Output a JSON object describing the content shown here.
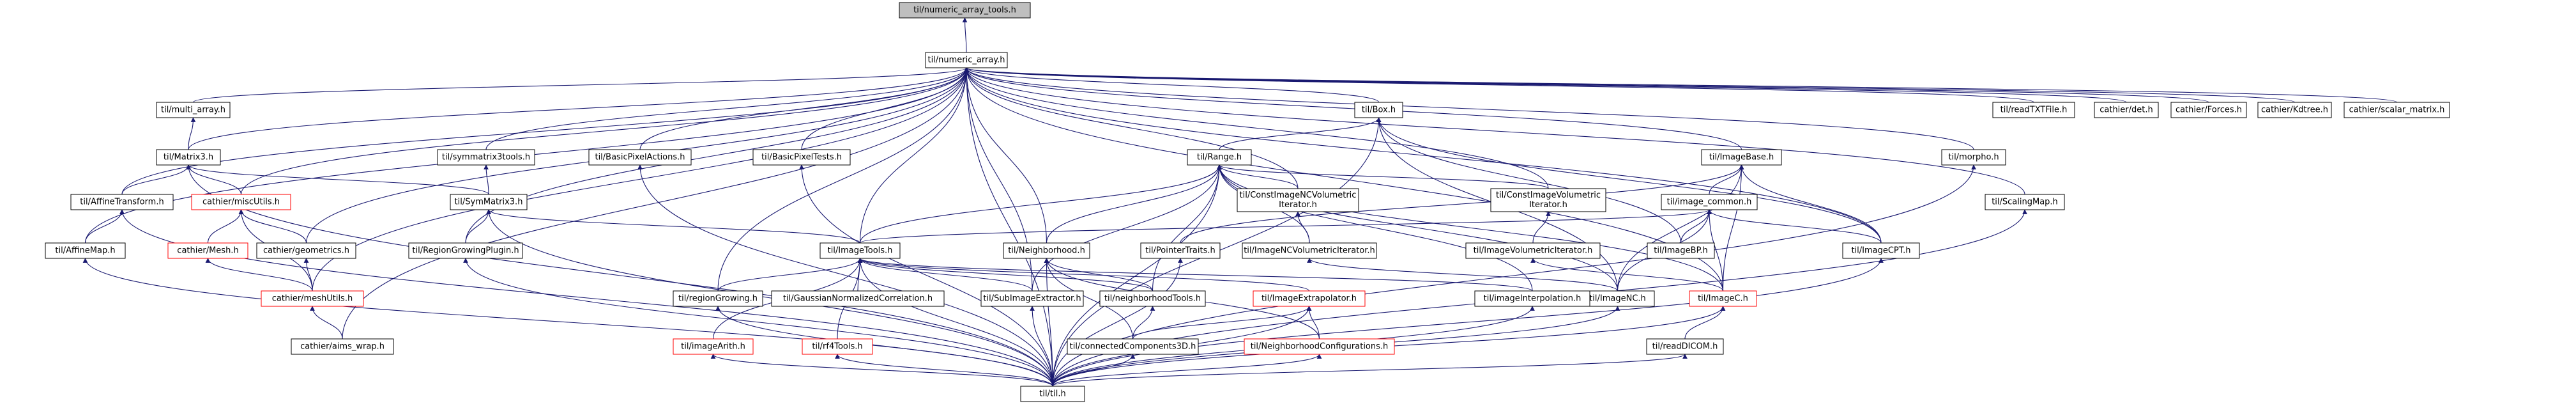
{
  "diagram": {
    "nodes": [
      {
        "id": "root",
        "label": "til/numeric_array_tools.h",
        "style": "root"
      },
      {
        "id": "numeric_array",
        "label": "til/numeric_array.h"
      },
      {
        "id": "multi_array",
        "label": "til/multi_array.h"
      },
      {
        "id": "Matrix3",
        "label": "til/Matrix3.h"
      },
      {
        "id": "AffineTransform",
        "label": "til/AffineTransform.h"
      },
      {
        "id": "AffineMap",
        "label": "til/AffineMap.h"
      },
      {
        "id": "miscUtils",
        "label": "cathier/miscUtils.h",
        "style": "red"
      },
      {
        "id": "Mesh",
        "label": "cathier/Mesh.h",
        "style": "red"
      },
      {
        "id": "geometrics",
        "label": "cathier/geometrics.h"
      },
      {
        "id": "meshUtils",
        "label": "cathier/meshUtils.h",
        "style": "red"
      },
      {
        "id": "aims_wrap",
        "label": "cathier/aims_wrap.h"
      },
      {
        "id": "symmatrix3tools",
        "label": "til/symmatrix3tools.h"
      },
      {
        "id": "SymMatrix3",
        "label": "til/SymMatrix3.h"
      },
      {
        "id": "RegionGrowingPlugin",
        "label": "til/RegionGrowingPlugin.h"
      },
      {
        "id": "BasicPixelActions",
        "label": "til/BasicPixelActions.h"
      },
      {
        "id": "BasicPixelTests",
        "label": "til/BasicPixelTests.h"
      },
      {
        "id": "Box",
        "label": "til/Box.h"
      },
      {
        "id": "Range",
        "label": "til/Range.h"
      },
      {
        "id": "ImageTools",
        "label": "til/ImageTools.h"
      },
      {
        "id": "Neighborhood",
        "label": "til/Neighborhood.h"
      },
      {
        "id": "ConstImageNCVolumetricIterator",
        "label": "til/ConstImageNCVolumetric\nIterator.h"
      },
      {
        "id": "ImageNCVolumetricIterator",
        "label": "til/ImageNCVolumetricIterator.h"
      },
      {
        "id": "PointerTraits",
        "label": "til/PointerTraits.h"
      },
      {
        "id": "ConstImageVolumetricIterator",
        "label": "til/ConstImageVolumetric\nIterator.h"
      },
      {
        "id": "ImageVolumetricIterator",
        "label": "til/ImageVolumetricIterator.h"
      },
      {
        "id": "ImageBase",
        "label": "til/ImageBase.h"
      },
      {
        "id": "image_common",
        "label": "til/image_common.h"
      },
      {
        "id": "ImageBP",
        "label": "til/ImageBP.h"
      },
      {
        "id": "ImageCPT",
        "label": "til/ImageCPT.h"
      },
      {
        "id": "ImageNC",
        "label": "til/ImageNC.h"
      },
      {
        "id": "ImageC",
        "label": "til/ImageC.h",
        "style": "red"
      },
      {
        "id": "readDICOM",
        "label": "til/readDICOM.h"
      },
      {
        "id": "morpho",
        "label": "til/morpho.h"
      },
      {
        "id": "ScalingMap",
        "label": "til/ScalingMap.h"
      },
      {
        "id": "readTXTFile",
        "label": "til/readTXTFile.h"
      },
      {
        "id": "det",
        "label": "cathier/det.h"
      },
      {
        "id": "Forces",
        "label": "cathier/Forces.h"
      },
      {
        "id": "Kdtree",
        "label": "cathier/Kdtree.h"
      },
      {
        "id": "scalar_matrix",
        "label": "cathier/scalar_matrix.h"
      },
      {
        "id": "regionGrowing",
        "label": "til/regionGrowing.h"
      },
      {
        "id": "GaussianNormalizedCorrelation",
        "label": "til/GaussianNormalizedCorrelation.h"
      },
      {
        "id": "SubImageExtractor",
        "label": "til/SubImageExtractor.h"
      },
      {
        "id": "neighborhoodTools",
        "label": "til/neighborhoodTools.h"
      },
      {
        "id": "ImageExtrapolator",
        "label": "til/ImageExtrapolator.h",
        "style": "red"
      },
      {
        "id": "imageInterpolation",
        "label": "til/imageInterpolation.h"
      },
      {
        "id": "connectedComponents3D",
        "label": "til/connectedComponents3D.h"
      },
      {
        "id": "NeighborhoodConfigurations",
        "label": "til/NeighborhoodConfigurations.h",
        "style": "red"
      },
      {
        "id": "imageArith",
        "label": "til/imageArith.h",
        "style": "red"
      },
      {
        "id": "rf4Tools",
        "label": "til/rf4Tools.h",
        "style": "red"
      },
      {
        "id": "til",
        "label": "til/til.h"
      }
    ],
    "edges": [
      [
        "numeric_array",
        "root"
      ],
      [
        "multi_array",
        "numeric_array"
      ],
      [
        "Matrix3",
        "numeric_array"
      ],
      [
        "AffineTransform",
        "numeric_array"
      ],
      [
        "AffineMap",
        "numeric_array"
      ],
      [
        "miscUtils",
        "numeric_array"
      ],
      [
        "geometrics",
        "numeric_array"
      ],
      [
        "meshUtils",
        "numeric_array"
      ],
      [
        "aims_wrap",
        "numeric_array"
      ],
      [
        "symmatrix3tools",
        "numeric_array"
      ],
      [
        "RegionGrowingPlugin",
        "numeric_array"
      ],
      [
        "BasicPixelActions",
        "numeric_array"
      ],
      [
        "BasicPixelTests",
        "numeric_array"
      ],
      [
        "ImageTools",
        "numeric_array"
      ],
      [
        "Neighborhood",
        "numeric_array"
      ],
      [
        "regionGrowing",
        "numeric_array"
      ],
      [
        "SubImageExtractor",
        "numeric_array"
      ],
      [
        "Box",
        "numeric_array"
      ],
      [
        "ConstImageNCVolumetricIterator",
        "numeric_array"
      ],
      [
        "ConstImageVolumetricIterator",
        "numeric_array"
      ],
      [
        "ImageBase",
        "numeric_array"
      ],
      [
        "ImageCPT",
        "numeric_array"
      ],
      [
        "ImageC",
        "numeric_array"
      ],
      [
        "morpho",
        "numeric_array"
      ],
      [
        "ScalingMap",
        "numeric_array"
      ],
      [
        "readTXTFile",
        "numeric_array"
      ],
      [
        "det",
        "numeric_array"
      ],
      [
        "Forces",
        "numeric_array"
      ],
      [
        "Kdtree",
        "numeric_array"
      ],
      [
        "scalar_matrix",
        "numeric_array"
      ],
      [
        "til",
        "numeric_array"
      ],
      [
        "Matrix3",
        "multi_array"
      ],
      [
        "AffineTransform",
        "Matrix3"
      ],
      [
        "miscUtils",
        "Matrix3"
      ],
      [
        "SymMatrix3",
        "Matrix3"
      ],
      [
        "til",
        "Matrix3"
      ],
      [
        "AffineMap",
        "AffineTransform"
      ],
      [
        "til",
        "AffineTransform"
      ],
      [
        "til",
        "AffineMap"
      ],
      [
        "Mesh",
        "miscUtils"
      ],
      [
        "geometrics",
        "miscUtils"
      ],
      [
        "meshUtils",
        "miscUtils"
      ],
      [
        "meshUtils",
        "Mesh"
      ],
      [
        "meshUtils",
        "geometrics"
      ],
      [
        "aims_wrap",
        "meshUtils"
      ],
      [
        "SymMatrix3",
        "symmatrix3tools"
      ],
      [
        "RegionGrowingPlugin",
        "SymMatrix3"
      ],
      [
        "ImageTools",
        "SymMatrix3"
      ],
      [
        "til",
        "SymMatrix3"
      ],
      [
        "til",
        "RegionGrowingPlugin"
      ],
      [
        "til",
        "BasicPixelActions"
      ],
      [
        "til",
        "BasicPixelTests"
      ],
      [
        "Range",
        "Box"
      ],
      [
        "ImageNC",
        "Box"
      ],
      [
        "ImageBP",
        "Box"
      ],
      [
        "ImageCPT",
        "Box"
      ],
      [
        "til",
        "Box"
      ],
      [
        "ImageTools",
        "Range"
      ],
      [
        "Neighborhood",
        "Range"
      ],
      [
        "ConstImageNCVolumetricIterator",
        "Range"
      ],
      [
        "ConstImageVolumetricIterator",
        "Range"
      ],
      [
        "ImageNCVolumetricIterator",
        "Range"
      ],
      [
        "imageInterpolation",
        "Range"
      ],
      [
        "ImageC",
        "Range"
      ],
      [
        "ImageNC",
        "Range"
      ],
      [
        "neighborhoodTools",
        "Range"
      ],
      [
        "SubImageExtractor",
        "Range"
      ],
      [
        "til",
        "Range"
      ],
      [
        "ImageNCVolumetricIterator",
        "ConstImageNCVolumetricIterator"
      ],
      [
        "ImageVolumetricIterator",
        "ConstImageVolumetricIterator"
      ],
      [
        "ImageNC",
        "ImageNCVolumetricIterator"
      ],
      [
        "ImageC",
        "ImageVolumetricIterator"
      ],
      [
        "image_common",
        "ImageBase"
      ],
      [
        "PointerTraits",
        "ImageBase"
      ],
      [
        "ImageNC",
        "ImageBase"
      ],
      [
        "ImageC",
        "ImageBase"
      ],
      [
        "ImageCPT",
        "ImageBase"
      ],
      [
        "ImageTools",
        "image_common"
      ],
      [
        "ImageBP",
        "image_common"
      ],
      [
        "ImageCPT",
        "image_common"
      ],
      [
        "ImageNC",
        "image_common"
      ],
      [
        "ImageC",
        "image_common"
      ],
      [
        "til",
        "PointerTraits"
      ],
      [
        "til",
        "ImageCPT"
      ],
      [
        "til",
        "ImageNC"
      ],
      [
        "til",
        "ImageC"
      ],
      [
        "readDICOM",
        "ImageC"
      ],
      [
        "til",
        "readDICOM"
      ],
      [
        "regionGrowing",
        "ImageTools"
      ],
      [
        "GaussianNormalizedCorrelation",
        "ImageTools"
      ],
      [
        "SubImageExtractor",
        "ImageTools"
      ],
      [
        "neighborhoodTools",
        "ImageTools"
      ],
      [
        "ImageExtrapolator",
        "ImageTools"
      ],
      [
        "imageInterpolation",
        "ImageTools"
      ],
      [
        "imageArith",
        "ImageTools"
      ],
      [
        "rf4Tools",
        "ImageTools"
      ],
      [
        "til",
        "ImageTools"
      ],
      [
        "neighborhoodTools",
        "Neighborhood"
      ],
      [
        "connectedComponents3D",
        "Neighborhood"
      ],
      [
        "NeighborhoodConfigurations",
        "Neighborhood"
      ],
      [
        "til",
        "Neighborhood"
      ],
      [
        "connectedComponents3D",
        "neighborhoodTools"
      ],
      [
        "connectedComponents3D",
        "ImageExtrapolator"
      ],
      [
        "NeighborhoodConfigurations",
        "ImageExtrapolator"
      ],
      [
        "til",
        "ImageExtrapolator"
      ],
      [
        "til",
        "regionGrowing"
      ],
      [
        "til",
        "SubImageExtractor"
      ],
      [
        "til",
        "imageInterpolation"
      ],
      [
        "til",
        "connectedComponents3D"
      ],
      [
        "til",
        "NeighborhoodConfigurations"
      ],
      [
        "til",
        "imageArith"
      ],
      [
        "til",
        "rf4Tools"
      ],
      [
        "til",
        "morpho"
      ],
      [
        "til",
        "ScalingMap"
      ]
    ]
  }
}
